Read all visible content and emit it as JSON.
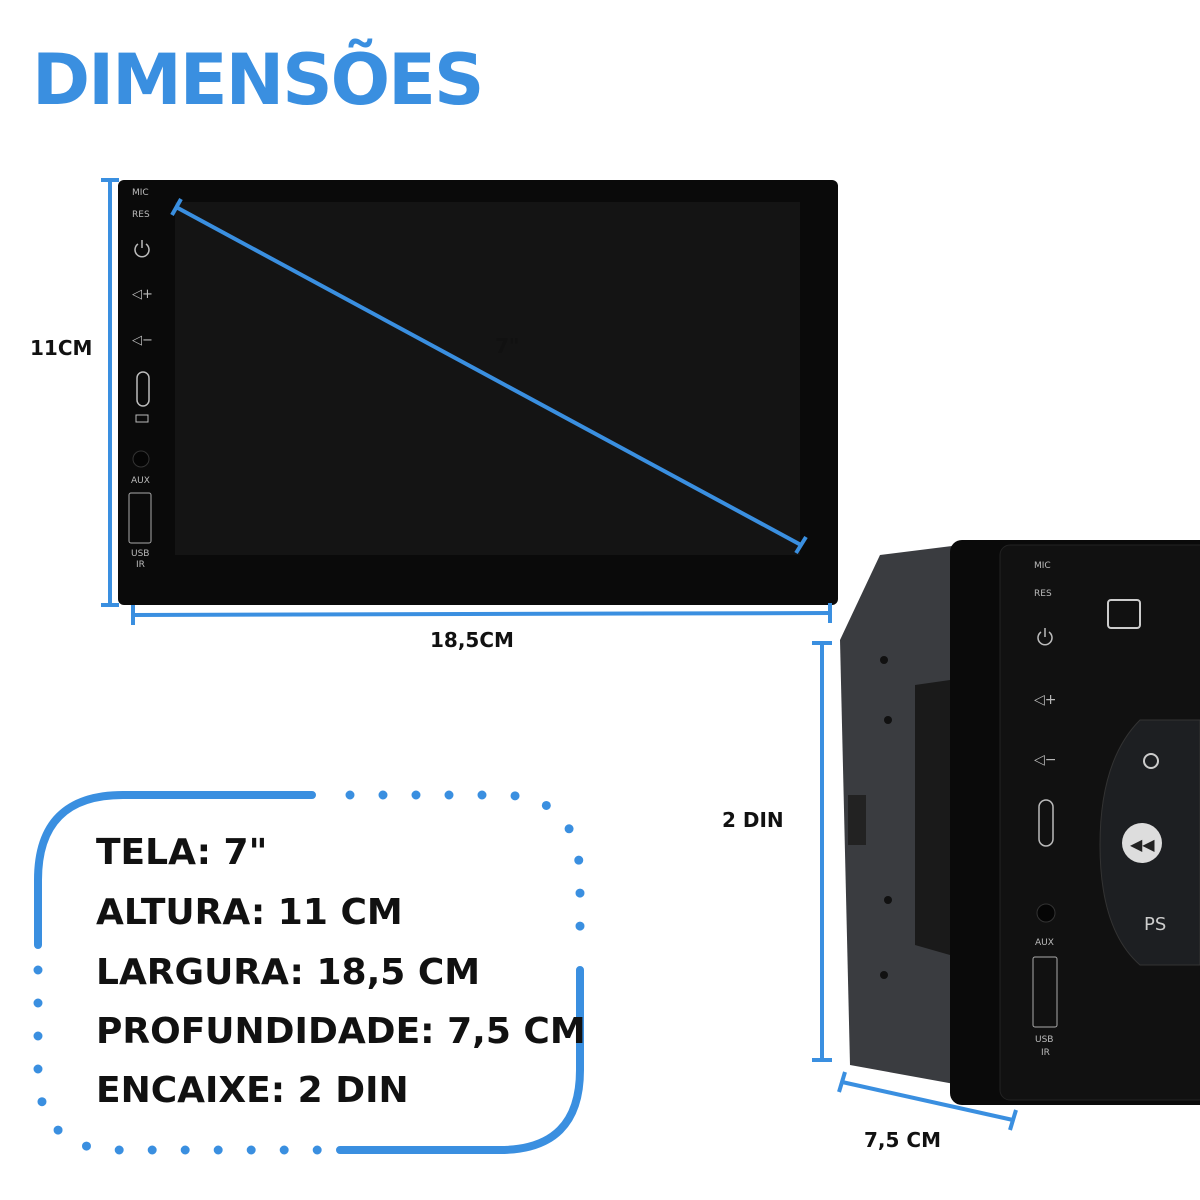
{
  "title": "DIMENSÕES",
  "front_unit": {
    "height_label": "11CM",
    "width_label": "18,5CM",
    "diagonal_label": "7\"",
    "panel_labels": {
      "mic": "MIC",
      "res": "RES",
      "aux": "AUX",
      "usb": "USB",
      "ir": "IR"
    }
  },
  "side_unit": {
    "height_label": "2 DIN",
    "depth_label": "7,5 CM",
    "panel_labels": {
      "mic": "MIC",
      "res": "RES",
      "aux": "AUX",
      "usb": "USB",
      "ir": "IR",
      "ps": "PS"
    }
  },
  "specs": [
    "TELA: 7\"",
    "ALTURA: 11 CM",
    "LARGURA: 18,5 CM",
    "PROFUNDIDADE: 7,5 CM",
    "ENCAIXE: 2 DIN"
  ],
  "colors": {
    "accent": "#3a8fe0",
    "device": "#0a0a0a",
    "screen": "#131313"
  }
}
